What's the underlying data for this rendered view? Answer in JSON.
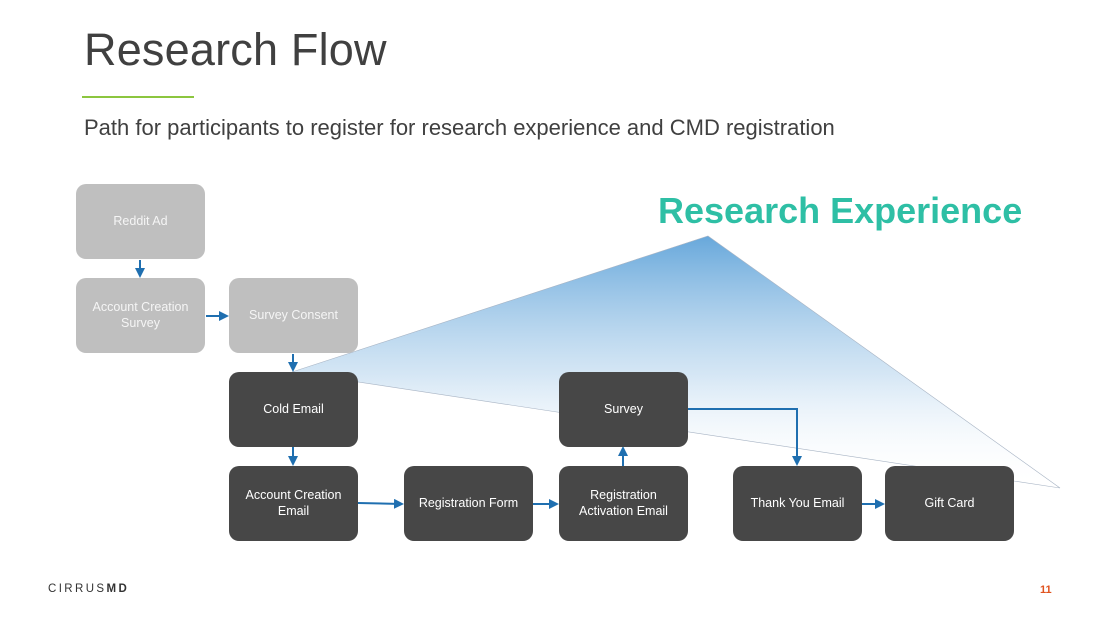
{
  "slide": {
    "title": "Research Flow",
    "subtitle": "Path for participants to register for research experience and CMD registration",
    "section_heading": "Research Experience",
    "logo_light": "CIRRUS",
    "logo_bold": "MD",
    "page_number": "11"
  },
  "nodes": {
    "reddit_ad": "Reddit Ad",
    "account_creation_survey": "Account Creation Survey",
    "survey_consent": "Survey Consent",
    "cold_email": "Cold Email",
    "account_creation_email": "Account Creation Email",
    "registration_form": "Registration Form",
    "registration_activation_email": "Registration Activation Email",
    "survey": "Survey",
    "thank_you_email": "Thank You Email",
    "gift_card": "Gift Card"
  },
  "colors": {
    "accent_teal": "#2ebfa5",
    "accent_green": "#8cc63f",
    "arrow_blue": "#1f6fb0",
    "node_light": "#bfbfbf",
    "node_dark": "#474747",
    "page_number": "#e0531f"
  }
}
